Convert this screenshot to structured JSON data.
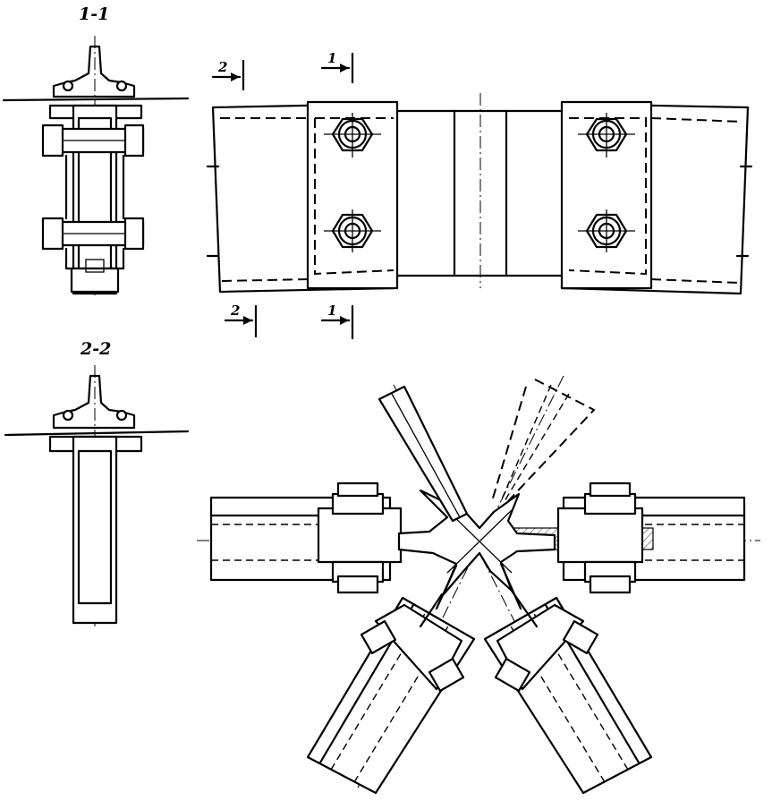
{
  "labels": {
    "section_1_1": "1-1",
    "section_2_2": "2-2",
    "mark_1": "1",
    "mark_2": "2"
  }
}
